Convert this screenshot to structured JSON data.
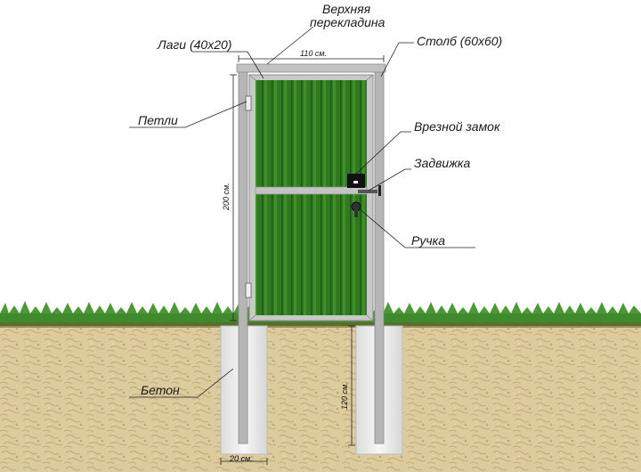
{
  "labels": {
    "top_rail_line1": "Верхняя",
    "top_rail_line2": "перекладина",
    "lagi": "Лаги (40х20)",
    "post": "Столб (60х60)",
    "hinges": "Петли",
    "mortise_lock": "Врезной замок",
    "latch": "Задвижка",
    "handle": "Ручка",
    "concrete": "Бетон"
  },
  "dimensions": {
    "width": "110 см.",
    "height": "200 см.",
    "depth": "120 см.",
    "pit_width": "20 см."
  },
  "colors": {
    "leaf_green": "#2f7a1f",
    "frame_gray": "#b9b9b9",
    "grass": "#3f8a2c",
    "soil": "#d9c99a",
    "concrete": "#eeeeee"
  }
}
